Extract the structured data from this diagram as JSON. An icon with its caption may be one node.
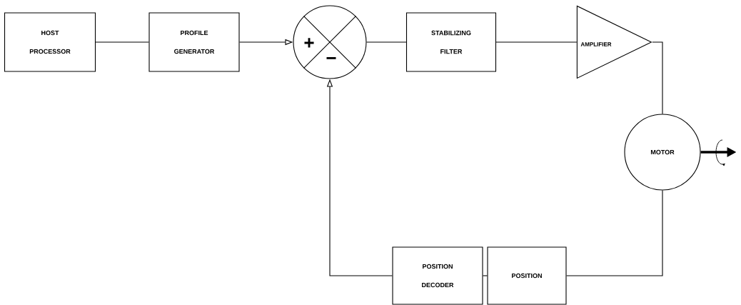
{
  "diagram": {
    "nodes": [
      {
        "text": [
          "HOST PROCESSOR"
        ]
      },
      {
        "text": [
          "PROFILE GENERATOR"
        ]
      },
      {
        "text": [
          "+",
          "−"
        ]
      },
      {
        "text": [
          "STABILIZING FILTER"
        ]
      },
      {
        "text": [
          "AMPLIFIER"
        ]
      },
      {
        "text": [
          "MOTOR"
        ]
      },
      {
        "text": [
          "POSITION"
        ]
      },
      {
        "text": [
          "POSITION DECODER"
        ]
      }
    ],
    "edges": [
      {
        "from": 0,
        "to": 1,
        "arrow": "none"
      },
      {
        "from": 1,
        "to": 2,
        "arrow": "to"
      },
      {
        "from": 2,
        "to": 3,
        "arrow": "none"
      },
      {
        "from": 3,
        "to": 4,
        "arrow": "none"
      },
      {
        "from": 4,
        "to": 5,
        "arrow": "none"
      },
      {
        "from": 5,
        "to": 6,
        "arrow": "none"
      },
      {
        "from": 6,
        "to": 7,
        "arrow": "none"
      },
      {
        "from": 7,
        "to": 2,
        "arrow": "to"
      },
      {
        "from": 5,
        "to": null,
        "arrow": "to",
        "style": "thick"
      }
    ]
  }
}
